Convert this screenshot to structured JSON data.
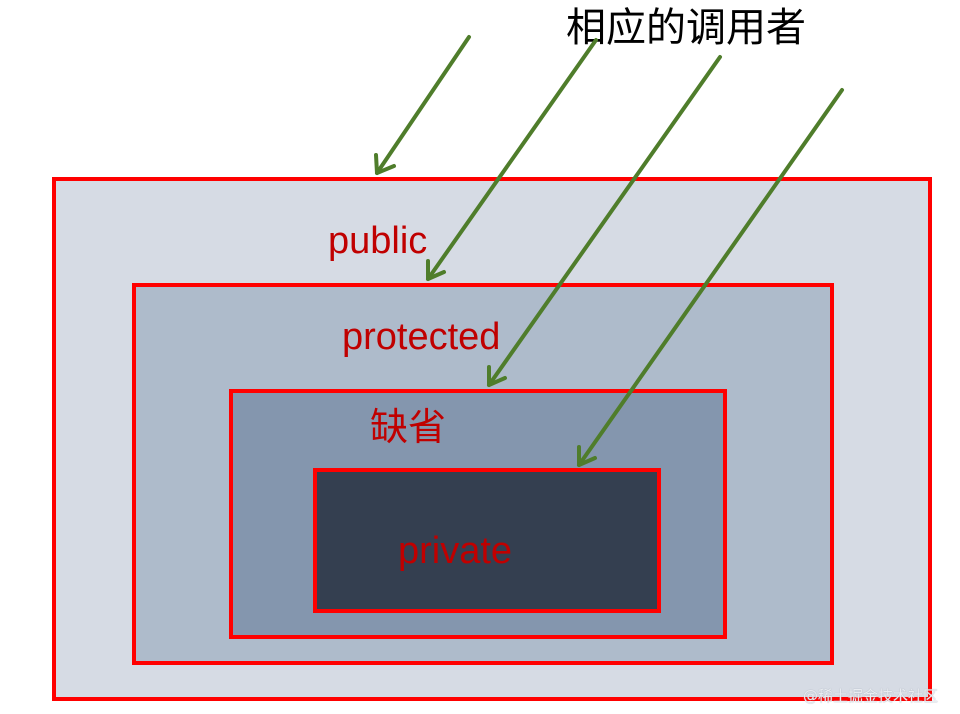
{
  "title": "相应的调用者",
  "levels": {
    "public": "public",
    "protected": "protected",
    "default": "缺省",
    "private": "private"
  },
  "watermark": "@稀土掘金技术社区",
  "colors": {
    "border": "#ff0000",
    "label": "#c00000",
    "arrow": "#4f7d2b",
    "public_fill": "#d6dbe4",
    "protected_fill": "#aebbcb",
    "default_fill": "#8496ae",
    "private_fill": "#343f50"
  }
}
